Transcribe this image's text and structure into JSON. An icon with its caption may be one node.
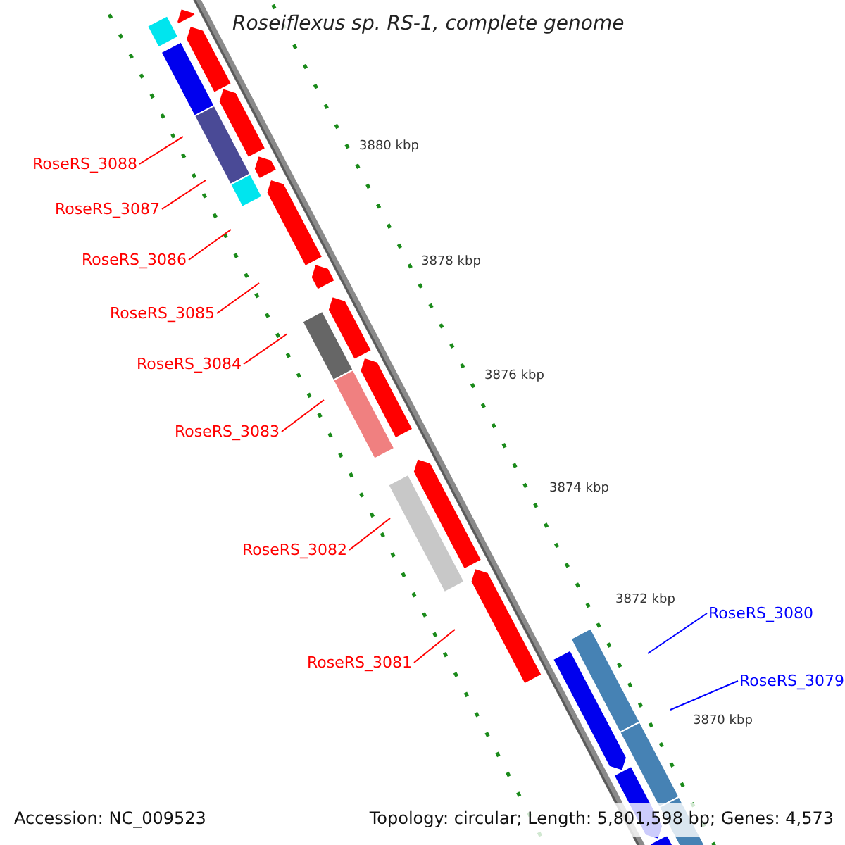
{
  "diagram": {
    "title": "Roseiflexus sp. RS-1, complete genome",
    "nodes": [
      {
        "text": [
          "RoseRS_3088"
        ]
      },
      {
        "text": [
          "RoseRS_3087"
        ]
      },
      {
        "text": [
          "RoseRS_3086"
        ]
      },
      {
        "text": [
          "RoseRS_3085"
        ]
      },
      {
        "text": [
          "RoseRS_3084"
        ]
      },
      {
        "text": [
          "RoseRS_3083"
        ]
      },
      {
        "text": [
          "RoseRS_3082"
        ]
      },
      {
        "text": [
          "RoseRS_3081"
        ]
      },
      {
        "text": [
          "RoseRS_3080"
        ]
      },
      {
        "text": [
          "RoseRS_3079"
        ]
      }
    ],
    "edges": [
      {
        "from": 0,
        "to": null,
        "arrow": "none"
      },
      {
        "from": 1,
        "to": null,
        "arrow": "none"
      },
      {
        "from": 2,
        "to": null,
        "arrow": "none"
      },
      {
        "from": 3,
        "to": null,
        "arrow": "none"
      },
      {
        "from": 4,
        "to": null,
        "arrow": "none"
      },
      {
        "from": 5,
        "to": null,
        "arrow": "none"
      },
      {
        "from": 6,
        "to": null,
        "arrow": "none"
      },
      {
        "from": 7,
        "to": null,
        "arrow": "none"
      },
      {
        "from": 8,
        "to": null,
        "arrow": "none",
        "color": "#0000ff"
      },
      {
        "from": 9,
        "to": null,
        "arrow": "none",
        "color": "#0000ff"
      }
    ],
    "labels": [
      "3880 kbp",
      "3878 kbp",
      "3876 kbp",
      "3874 kbp",
      "3872 kbp",
      "3870 kbp",
      "Accession: NC_009523",
      "Topology: circular; Length: 5,801,598 bp; Genes: 4,573"
    ]
  }
}
